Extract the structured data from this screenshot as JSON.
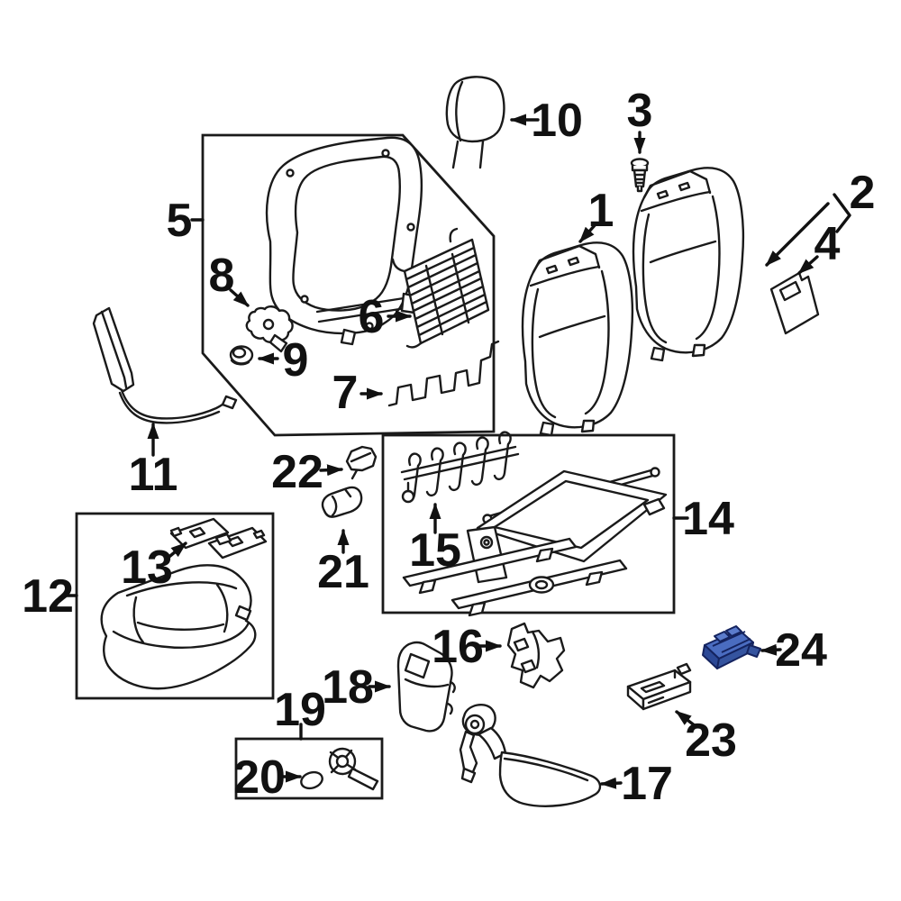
{
  "figure": {
    "kind": "exploded-parts-diagram",
    "subject": "vehicle front seat components"
  },
  "callouts": {
    "1": "1",
    "2": "2",
    "3": "3",
    "4": "4",
    "5": "5",
    "6": "6",
    "7": "7",
    "8": "8",
    "9": "9",
    "10": "10",
    "11": "11",
    "12": "12",
    "13": "13",
    "14": "14",
    "15": "15",
    "16": "16",
    "17": "17",
    "18": "18",
    "19": "19",
    "20": "20",
    "21": "21",
    "22": "22",
    "23": "23",
    "24": "24"
  },
  "colors": {
    "line": "#1a1a1a",
    "background": "#ffffff",
    "highlight_outline": "#14235f",
    "highlight_top": "#4a6cc0",
    "highlight_front": "#2b4896",
    "highlight_side": "#35549f",
    "highlight_tab": "#5b7ccc"
  }
}
